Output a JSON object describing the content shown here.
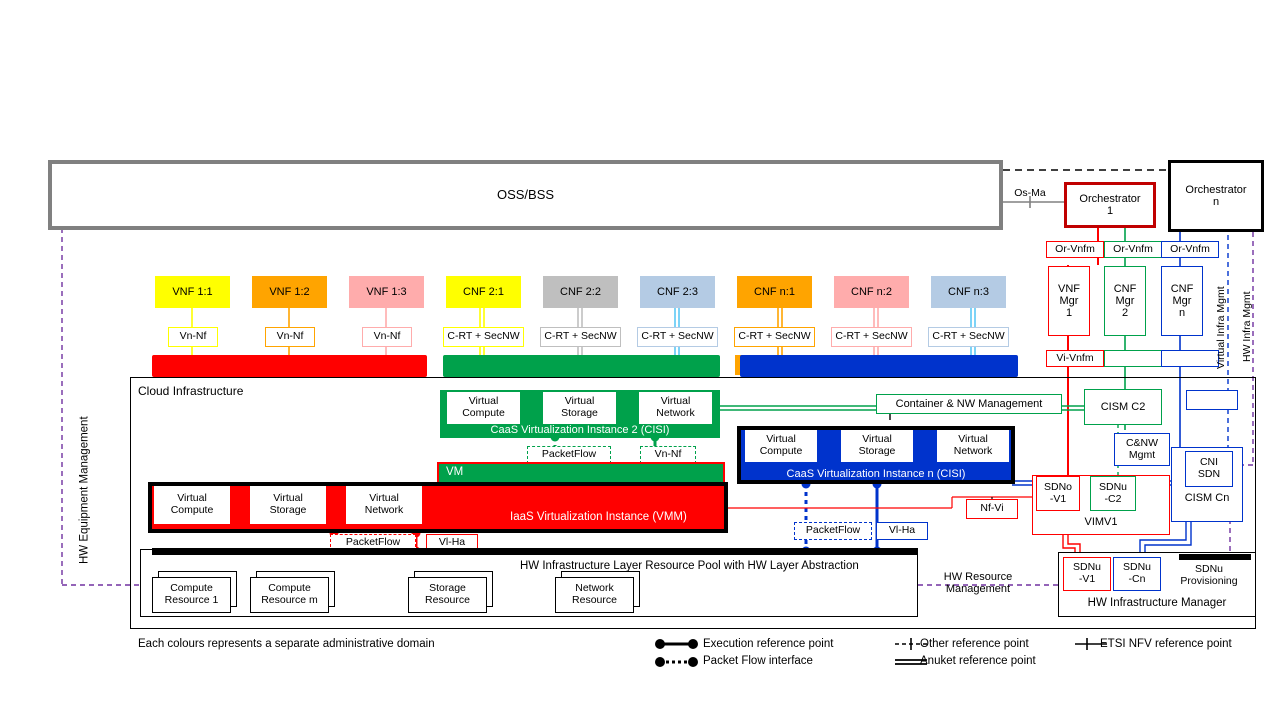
{
  "diagram": {
    "title_oss": "OSS/BSS",
    "cloud_infrastructure": "Cloud Infrastructure",
    "footer_note": "Each colours represents a separate administrative domain"
  },
  "orchestrators": [
    {
      "name": "orchestrator-1",
      "line1": "Orchestrator",
      "line2": "1",
      "color": "#c00000"
    },
    {
      "name": "orchestrator-n",
      "line1": "Orchestrator",
      "line2": "n",
      "color": "#000000"
    }
  ],
  "reference_points": {
    "os_ma": "Os-Ma",
    "or_vnfm": "Or-Vnfm",
    "vi_vnfm": "Vi-Vnfm",
    "vn_nf": "Vn-Nf",
    "c_rt_secnw": "C-RT + SecNW",
    "packetflow": "PacketFlow",
    "vl_ha": "Vl-Ha",
    "nf_vi": "Nf-Vi"
  },
  "functions": [
    {
      "label": "VNF 1:1",
      "fill": "#ffff00",
      "domain": "#ff0000",
      "under": "VM",
      "rp": "Vn-Nf",
      "barfill": "#ffff00"
    },
    {
      "label": "VNF 1:2",
      "fill": "#ffa400",
      "domain": "#ff0000",
      "under": "VM",
      "rp": "Vn-Nf",
      "barfill": "#ffa400"
    },
    {
      "label": "VNF 1:3",
      "fill": "#ffacac",
      "domain": "#ff0000",
      "under": "VM",
      "rp": "Vn-Nf",
      "barfill": "#ffacac"
    },
    {
      "label": "CNF 2:1",
      "fill": "#ffff00",
      "domain": "#00a14b",
      "under": "Container",
      "rp": "C-RT + SecNW",
      "barfill": "#ffff00"
    },
    {
      "label": "CNF 2:2",
      "fill": "#bfbfbf",
      "domain": "#00a14b",
      "under": "Container",
      "rp": "C-RT + SecNW",
      "barfill": "#bfbfbf"
    },
    {
      "label": "CNF 2:3",
      "fill": "#b4cbe4",
      "domain": "#00a14b",
      "under": "Container",
      "rp": "C-RT + SecNW",
      "barfill": "#b4cbe4"
    },
    {
      "label": "CNF n:1",
      "fill": "#ffa400",
      "domain": "#0033cc",
      "under": "Container",
      "rp": "C-RT + SecNW",
      "barfill": "#ffa400"
    },
    {
      "label": "CNF n:2",
      "fill": "#ffacac",
      "domain": "#0033cc",
      "under": "Container",
      "rp": "C-RT + SecNW",
      "barfill": "#ffacac"
    },
    {
      "label": "CNF n:3",
      "fill": "#b4cbe4",
      "domain": "#0033cc",
      "under": "Container",
      "rp": "C-RT + SecNW",
      "barfill": "#b4cbe4"
    }
  ],
  "managers": [
    {
      "l1": "VNF",
      "l2": "Mgr",
      "l3": "1",
      "color": "#ff0000"
    },
    {
      "l1": "CNF",
      "l2": "Mgr",
      "l3": "2",
      "color": "#00a14b"
    },
    {
      "l1": "CNF",
      "l2": "Mgr",
      "l3": "n",
      "color": "#0033cc"
    }
  ],
  "vertical_labels": {
    "hw_equipment_management": "HW Equipment Management",
    "virtual_infra_mgmt": "Virtual Infra Mgmt",
    "hw_infra_mgmt": "HW Infra Mgmt",
    "hw_resource_management_l1": "HW Resource",
    "hw_resource_management_l2": "Management"
  },
  "caas2": {
    "title": "CaaS Virtualization Instance 2 (CISI)",
    "resources": [
      "Virtual Compute",
      "Virtual Storage",
      "Virtual Network"
    ],
    "resources_split": [
      {
        "l1": "Virtual",
        "l2": "Compute"
      },
      {
        "l1": "Virtual",
        "l2": "Storage"
      },
      {
        "l1": "Virtual",
        "l2": "Network"
      }
    ],
    "vm_bar": "VM",
    "color": "#00a14b"
  },
  "caasn": {
    "title": "CaaS Virtualization Instance n (CISI)",
    "resources_split": [
      {
        "l1": "Virtual",
        "l2": "Compute"
      },
      {
        "l1": "Virtual",
        "l2": "Storage"
      },
      {
        "l1": "Virtual",
        "l2": "Network"
      }
    ],
    "color": "#0033cc"
  },
  "iaas": {
    "title": "IaaS Virtualization Instance (VMM)",
    "resources_split": [
      {
        "l1": "Virtual",
        "l2": "Compute"
      },
      {
        "l1": "Virtual",
        "l2": "Storage"
      },
      {
        "l1": "Virtual",
        "l2": "Network"
      }
    ],
    "color": "#ff0000"
  },
  "hw_pool": {
    "title": "HW Infrastructure Layer Resource Pool with HW Layer Abstraction",
    "resources": [
      {
        "l1": "Compute",
        "l2": "Resource 1"
      },
      {
        "l1": "Compute",
        "l2": "Resource m"
      },
      {
        "l1": "Storage",
        "l2": "Resource"
      },
      {
        "l1": "Network",
        "l2": "Resource"
      }
    ]
  },
  "management": {
    "container_nw_management": "Container & NW Management",
    "cism_c2": "CISM C2",
    "cism_cn": "CISM Cn",
    "cni_sdn_l1": "CNI",
    "cni_sdn_l2": "SDN",
    "cnw_mgmt_l1": "C&NW",
    "cnw_mgmt_l2": "Mgmt",
    "sdno_v1_l1": "SDNo",
    "sdno_v1_l2": "-V1",
    "sdnu_c2_l1": "SDNu",
    "sdnu_c2_l2": "-C2",
    "vimv1": "VIMV1",
    "hw_infrastructure_manager": "HW Infrastructure Manager",
    "sdnu_v1_l1": "SDNu",
    "sdnu_v1_l2": "-V1",
    "sdnu_cn_l1": "SDNu",
    "sdnu_cn_l2": "-Cn",
    "sdnu_prov_l1": "SDNu",
    "sdnu_prov_l2": "Provisioning"
  },
  "legend": [
    {
      "key": "execution",
      "text": "Execution reference point"
    },
    {
      "key": "packetflow",
      "text": "Packet Flow interface"
    },
    {
      "key": "other",
      "text": "Other reference point"
    },
    {
      "key": "anuket",
      "text": "Anuket reference point"
    },
    {
      "key": "etsi",
      "text": "ETSI NFV reference point"
    }
  ]
}
